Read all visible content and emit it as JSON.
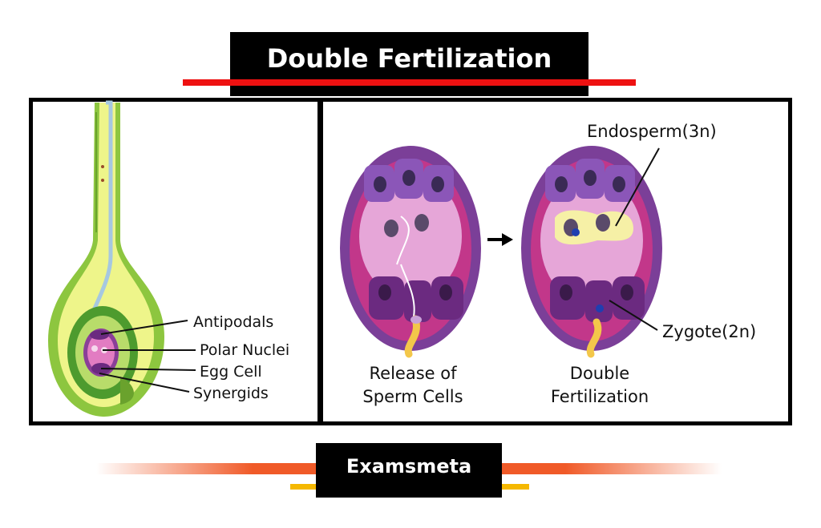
{
  "title": "Double Fertilization",
  "footer": "Examsmeta",
  "left_panel": {
    "labels": {
      "antipodals": "Antipodals",
      "polar_nuclei": "Polar Nuclei",
      "egg_cell": "Egg Cell",
      "synergids": "Synergids"
    }
  },
  "right_panel": {
    "caption_left": [
      "Release of",
      "Sperm Cells"
    ],
    "caption_right": [
      "Double",
      "Fertilization"
    ],
    "endosperm": "Endosperm(3n)",
    "zygote": "Zygote(2n)"
  },
  "colors": {
    "title_bg": "#000000",
    "title_accent": "#ee1111",
    "footer_accent": "#f05a28",
    "footer_yellow": "#f5b800",
    "ovule_green": "#8dc63f",
    "ovule_yellow": "#eef58a",
    "sac_purple": "#7b3f98",
    "sac_pink": "#d86db0"
  }
}
